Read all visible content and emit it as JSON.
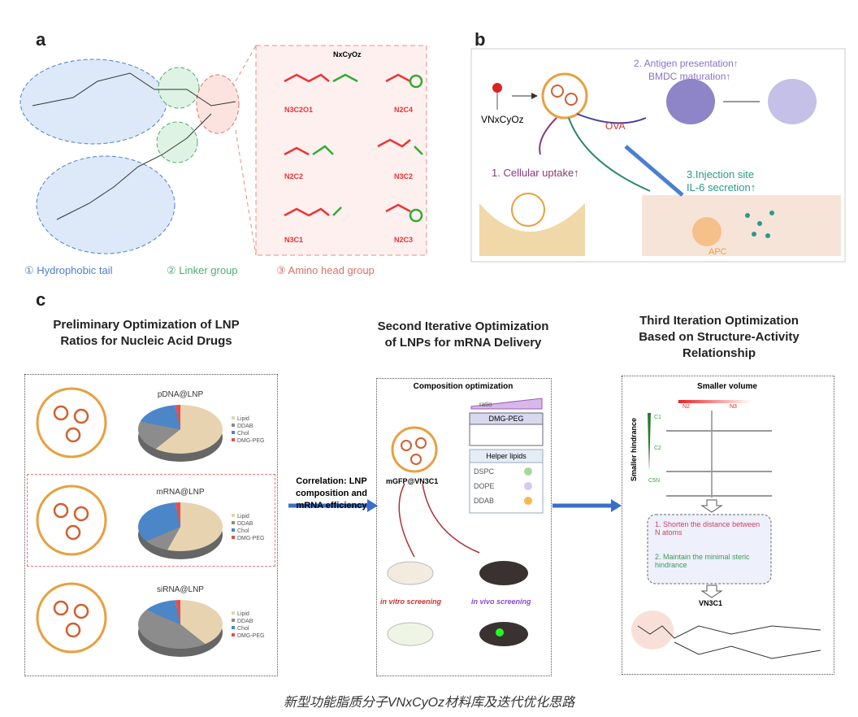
{
  "panel_labels": {
    "a": "a",
    "b": "b",
    "c": "c"
  },
  "panel_a": {
    "title": "NxCyOz",
    "compounds": [
      "N3C2O1",
      "N2C4",
      "N2C2",
      "N3C2",
      "N3C1",
      "N2C3"
    ],
    "legend": [
      "① Hydrophobic tail",
      "② Linker group",
      "③ Amino head group"
    ],
    "markers": [
      "1",
      "2",
      "3"
    ]
  },
  "panel_b": {
    "lipid": "VNxCyOz",
    "antigen": "OVA",
    "step1": "1. Cellular uptake↑",
    "step2": [
      "2. Antigen presentation↑",
      "BMDC maturation↑"
    ],
    "step3": [
      "3.Injection site",
      "IL-6 secretion↑"
    ],
    "apc": "APC"
  },
  "panel_c": {
    "col1_title": [
      "Preliminary Optimization of LNP",
      "Ratios for Nucleic Acid Drugs"
    ],
    "col2_title": [
      "Second Iterative Optimization",
      "of LNPs for mRNA Delivery"
    ],
    "col3_title": [
      "Third Iteration Optimization",
      "Based on Structure-Activity",
      "Relationship"
    ],
    "arrow1_text": [
      "Correlation: LNP",
      "composition and",
      "mRNA efficiency"
    ],
    "col2": {
      "heading": "Composition optimization",
      "ratio": "ratio",
      "dmg": "DMG-PEG",
      "helper": "Helper lipids",
      "helpers": [
        "DSPC",
        "DOPE",
        "DDAB"
      ],
      "particle": "mGFP@VN3C1",
      "vitro": "in vitro screening",
      "vivo": "in vivo screening"
    },
    "col3": {
      "volume": "Smaller volume",
      "hindrance": "Smaller hindrance",
      "n2": "N2",
      "n3": "N3",
      "c1": "C1",
      "c2": "C2",
      "c5n": "C5N",
      "rule1": "1. Shorten the distance between N atoms",
      "rule2": "2. Maintain the minimal steric hindrance",
      "result": "VN3C1"
    }
  },
  "chart_data": [
    {
      "type": "pie",
      "title": "pDNA@LNP",
      "categories": [
        "Lipid",
        "DDAB",
        "Chol",
        "DMG-PEG"
      ],
      "values": [
        60,
        20,
        18,
        2
      ]
    },
    {
      "type": "pie",
      "title": "mRNA@LNP",
      "categories": [
        "Lipid",
        "DDAB",
        "Chol",
        "DMG-PEG"
      ],
      "values": [
        55,
        10,
        33,
        2
      ]
    },
    {
      "type": "pie",
      "title": "siRNA@LNP",
      "categories": [
        "Lipid",
        "DDAB",
        "Chol",
        "DMG-PEG"
      ],
      "values": [
        40,
        45,
        13,
        2
      ]
    }
  ],
  "colors": {
    "Lipid": "#e8d3b0",
    "DDAB": "#8c8c8c",
    "Chol": "#4a86c8",
    "DMG-PEG": "#e05050"
  },
  "caption": "新型功能脂质分子VNxCyOz材料库及迭代优化思路"
}
